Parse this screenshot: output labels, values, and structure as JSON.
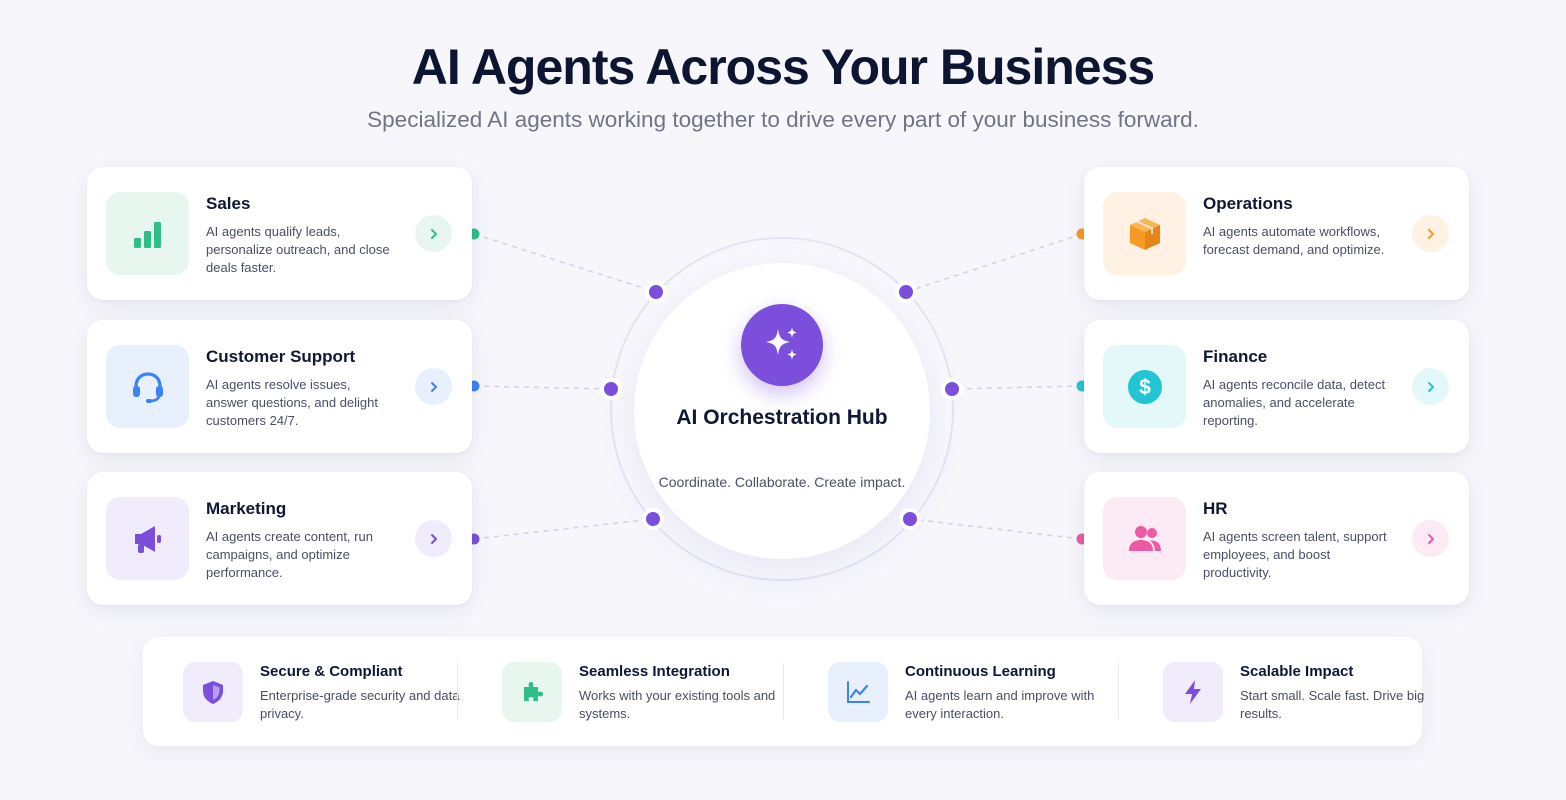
{
  "header": {
    "title": "AI Agents Across Your Business",
    "subtitle": "Specialized AI agents working together to drive every part of your business forward."
  },
  "hub": {
    "title": "AI Orchestration Hub",
    "subtitle": "Coordinate. Collaborate. Create impact.",
    "icon": "sparkles-icon",
    "color": "#7b4fdc"
  },
  "agents": [
    {
      "title": "Sales",
      "description": "AI agents qualify leads, personalize outreach, and close deals faster.",
      "icon": "bar-chart-icon",
      "color": "#2fbf86",
      "bg": "#e7f7f0"
    },
    {
      "title": "Customer Support",
      "description": "AI agents resolve issues, answer questions, and delight customers 24/7.",
      "icon": "headset-icon",
      "color": "#3b82f6",
      "bg": "#e8f0fd"
    },
    {
      "title": "Marketing",
      "description": "AI agents create content, run campaigns, and optimize performance.",
      "icon": "megaphone-icon",
      "color": "#7b4fdc",
      "bg": "#f1ecfc"
    },
    {
      "title": "Operations",
      "description": "AI agents automate workflows, forecast demand, and optimize.",
      "icon": "box-icon",
      "color": "#f59a23",
      "bg": "#fff1e3"
    },
    {
      "title": "Finance",
      "description": "AI agents reconcile data, detect anomalies, and accelerate reporting.",
      "icon": "dollar-icon",
      "color": "#22c5d3",
      "bg": "#e4f8f9"
    },
    {
      "title": "HR",
      "description": "AI agents screen talent, support employees, and boost productivity.",
      "icon": "people-icon",
      "color": "#ec5aa5",
      "bg": "#fcebf4"
    }
  ],
  "features": [
    {
      "title": "Secure & Compliant",
      "description": "Enterprise-grade security and data privacy.",
      "icon": "shield-icon",
      "color": "#7b4fdc",
      "bg": "#f1ecfc"
    },
    {
      "title": "Seamless Integration",
      "description": "Works with your existing tools and systems.",
      "icon": "puzzle-icon",
      "color": "#2fbf86",
      "bg": "#e7f7f0"
    },
    {
      "title": "Continuous Learning",
      "description": "AI agents learn and improve with every interaction.",
      "icon": "line-chart-icon",
      "color": "#3b82f6",
      "bg": "#e8f0fd"
    },
    {
      "title": "Scalable Impact",
      "description": "Start small. Scale fast. Drive big results.",
      "icon": "lightning-icon",
      "color": "#7b4fdc",
      "bg": "#f1ecfc"
    }
  ]
}
